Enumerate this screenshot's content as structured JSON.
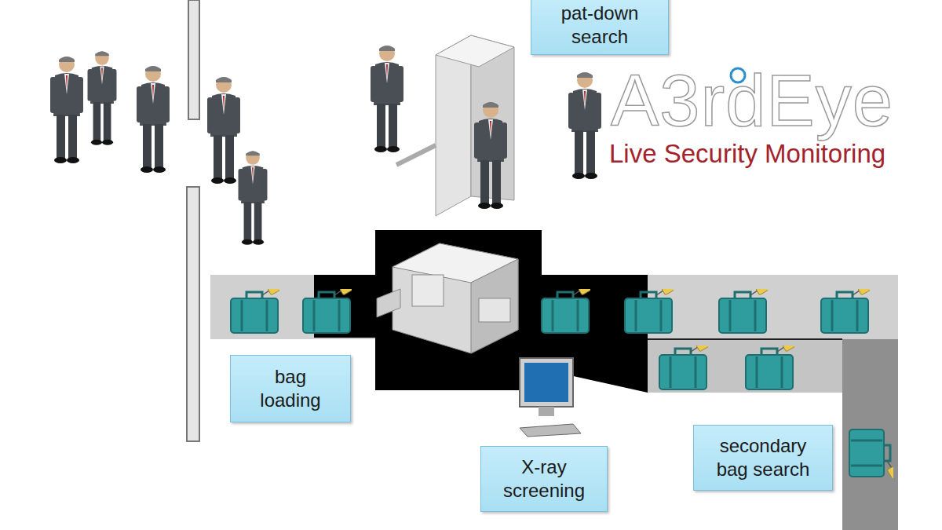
{
  "diagram": {
    "nodes": [
      {
        "text": [
          "pat-down search"
        ]
      },
      {
        "text": [
          "bag loading"
        ]
      },
      {
        "text": [
          "X-ray screening"
        ]
      },
      {
        "text": [
          "secondary bag search"
        ]
      }
    ],
    "labels": [
      "A3rdEye",
      "Live Security Monitoring"
    ]
  }
}
